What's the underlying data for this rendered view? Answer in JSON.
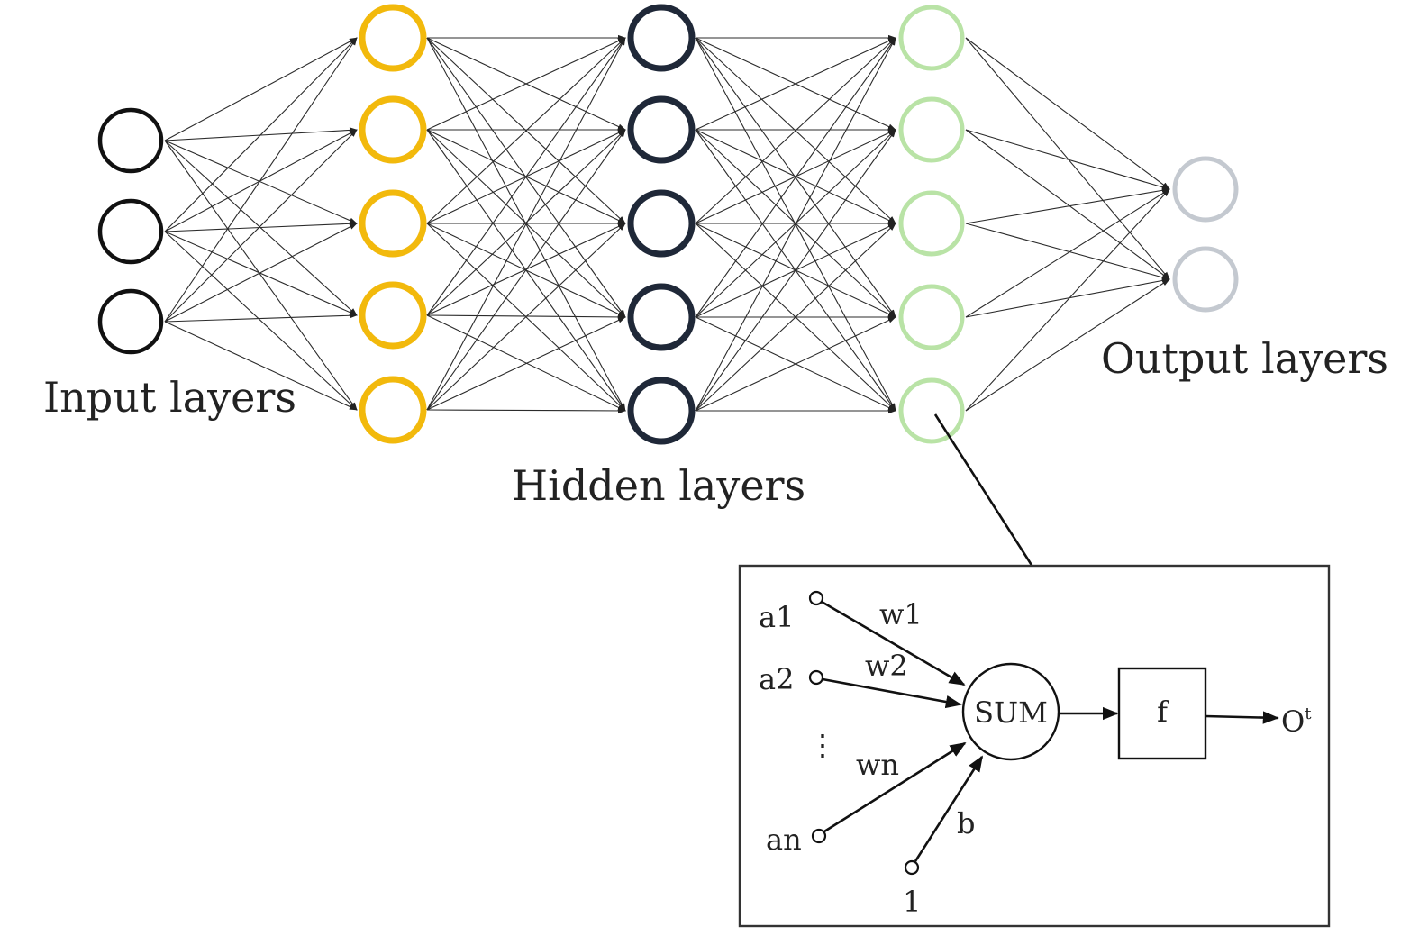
{
  "labels": {
    "input": "Input layers",
    "hidden": "Hidden layers",
    "output": "Output layers"
  },
  "layers": [
    {
      "name": "input",
      "nodes": 3,
      "color": "#111111"
    },
    {
      "name": "hidden-1",
      "nodes": 5,
      "color": "#f2b90c"
    },
    {
      "name": "hidden-2",
      "nodes": 5,
      "color": "#1f2838"
    },
    {
      "name": "hidden-3",
      "nodes": 5,
      "color": "#b9e3a6"
    },
    {
      "name": "output",
      "nodes": 2,
      "color": "#c4c9d0"
    }
  ],
  "neuron": {
    "inputs": [
      "a1",
      "a2",
      "⋮",
      "an"
    ],
    "weights": [
      "w1",
      "w2",
      "wn"
    ],
    "bias_label": "b",
    "bias_input": "1",
    "sum_label": "SUM",
    "activation_label": "f",
    "output_label": "O",
    "output_superscript": "t"
  }
}
